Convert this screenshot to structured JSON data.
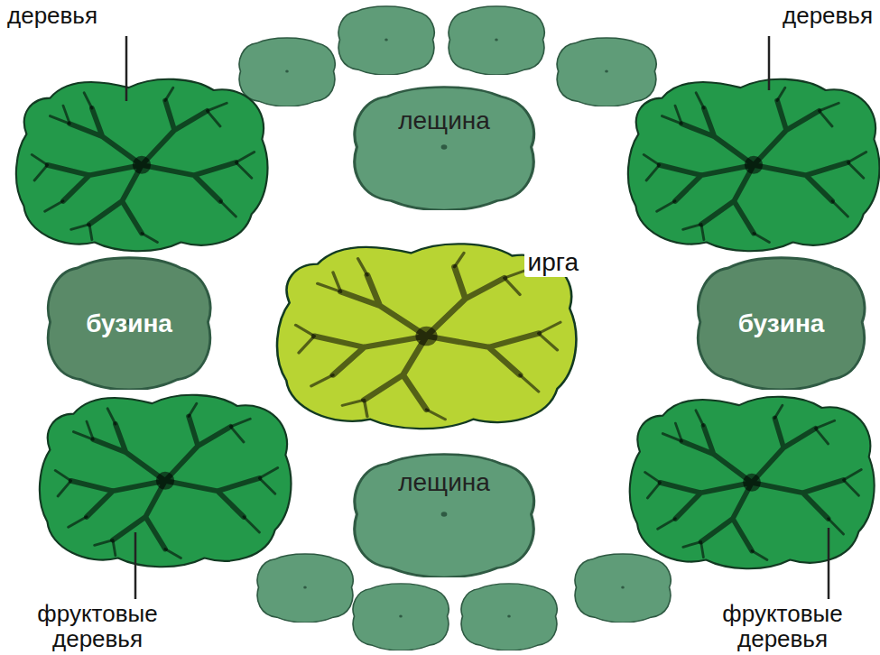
{
  "diagram": {
    "nodes": [
      {
        "text": [
          "лещина"
        ]
      },
      {
        "text": [
          "бузина"
        ]
      },
      {
        "text": [
          "ирга"
        ]
      },
      {
        "text": [
          "бузина"
        ]
      },
      {
        "text": [
          "лещина"
        ]
      }
    ],
    "labels": [
      "деревья",
      "деревья",
      "фруктовые деревья",
      "фруктовые деревья"
    ]
  }
}
